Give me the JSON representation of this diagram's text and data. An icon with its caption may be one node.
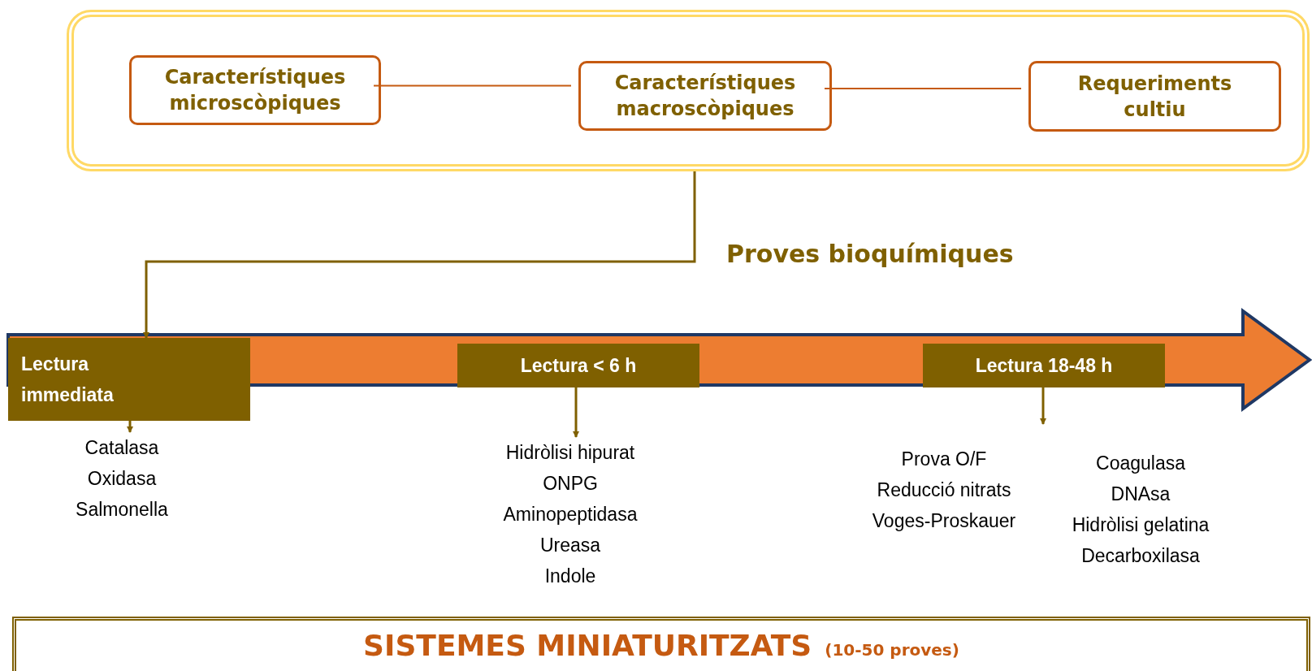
{
  "diagram": {
    "nodes": [
      {
        "text": [],
        "shape": "box"
      },
      {
        "text": [
          "Característiques microscòpiques"
        ],
        "in": 0
      },
      {
        "text": [
          "Característiques macroscòpiques"
        ],
        "in": 0
      },
      {
        "text": [
          "Requeriments cultiu"
        ],
        "in": 0
      },
      {
        "text": [
          "Lectura immediata"
        ]
      },
      {
        "text": [
          "Lectura < 6 h"
        ]
      },
      {
        "text": [
          "Lectura 18-48 h"
        ]
      },
      {
        "text": [
          "Catalasa",
          "Oxidasa",
          "Salmonella"
        ]
      },
      {
        "text": [
          "Hidròlisi hipurat",
          "ONPG",
          "Aminopeptidasa",
          "Ureasa",
          "Indole"
        ]
      },
      {
        "text": [
          "Prova O/F",
          "Reducció nitrats",
          "Voges-Proskauer"
        ]
      },
      {
        "text": [
          "Coagulasa",
          "DNAsa",
          "Hidròlisi gelatina",
          "Decarboxilasa"
        ]
      },
      {
        "text": [
          "SISTEMES MINIATURITZATS",
          "(10-50 proves)"
        ]
      }
    ],
    "edges": [
      {
        "from": 1,
        "to": 2,
        "arrow": "none",
        "color": "#c55a11"
      },
      {
        "from": 2,
        "to": 3,
        "arrow": "none",
        "color": "#c55a11"
      },
      {
        "from": 0,
        "to": 4,
        "arrow": "to"
      },
      {
        "from": 4,
        "to": 7,
        "arrow": "to"
      },
      {
        "from": 5,
        "to": 8,
        "arrow": "to"
      },
      {
        "from": 6,
        "to": 9,
        "arrow": "to"
      }
    ],
    "labels": [
      "Proves bioquímiques"
    ]
  }
}
